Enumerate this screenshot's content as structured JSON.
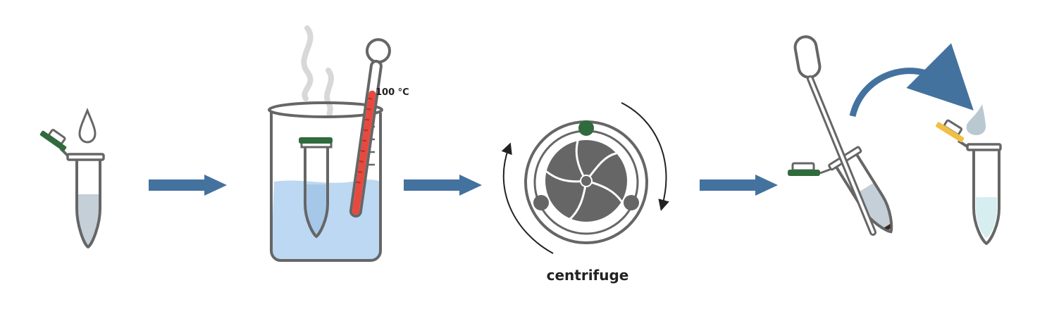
{
  "labels": {
    "temperature": "100 °C",
    "centrifuge": "centrifuge"
  },
  "colors": {
    "arrow": "#44729f",
    "outline": "#666666",
    "cap_green": "#2f6b3c",
    "cap_yellow": "#f0bf45",
    "liquid_gray": "#c5cfd8",
    "water_blue": "#bcd8f2",
    "thermometer_red": "#e7493f",
    "rotor_gray": "#666666",
    "steam_gray": "#d8d8d8",
    "drop_gray": "#bac8d2"
  },
  "steps": [
    {
      "name": "sample-tube"
    },
    {
      "name": "boiling-water-bath"
    },
    {
      "name": "centrifuge"
    },
    {
      "name": "pipette-transfer"
    },
    {
      "name": "new-tube"
    }
  ]
}
